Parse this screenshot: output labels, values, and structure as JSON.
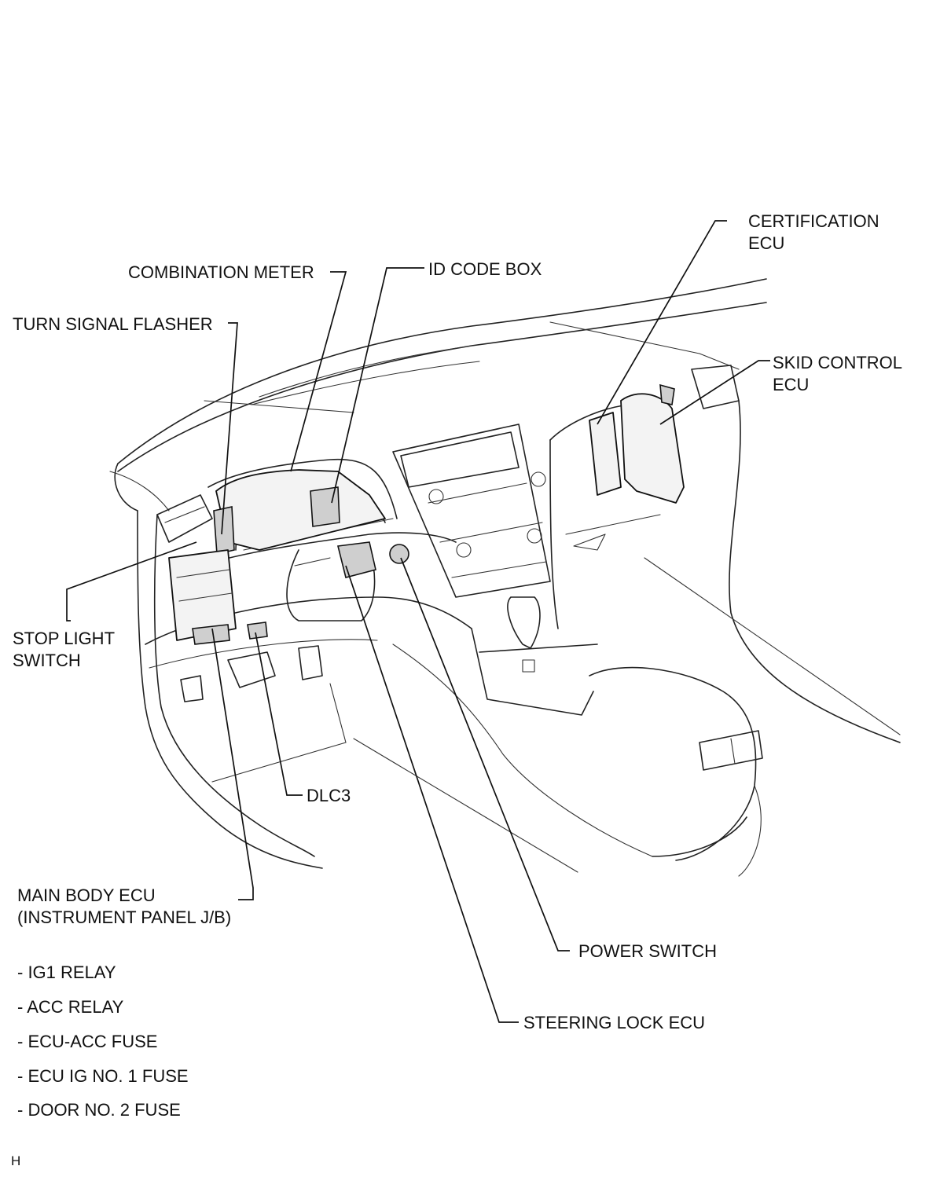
{
  "labels": {
    "certification_ecu_1": "CERTIFICATION",
    "certification_ecu_2": "ECU",
    "combination_meter": "COMBINATION METER",
    "id_code_box": "ID CODE BOX",
    "turn_signal_flasher": "TURN SIGNAL FLASHER",
    "skid_control_ecu_1": "SKID CONTROL",
    "skid_control_ecu_2": "ECU",
    "stop_light_switch_1": "STOP LIGHT",
    "stop_light_switch_2": "SWITCH",
    "dlc3": "DLC3",
    "main_body_ecu_1": "MAIN BODY ECU",
    "main_body_ecu_2": "(INSTRUMENT PANEL J/B)",
    "power_switch": "POWER SWITCH",
    "steering_lock_ecu": "STEERING LOCK ECU"
  },
  "main_body_ecu_items": [
    "- IG1 RELAY",
    "- ACC RELAY",
    "- ECU-ACC FUSE",
    "- ECU IG NO. 1 FUSE",
    "- DOOR NO. 2 FUSE"
  ],
  "corner_mark": "H"
}
